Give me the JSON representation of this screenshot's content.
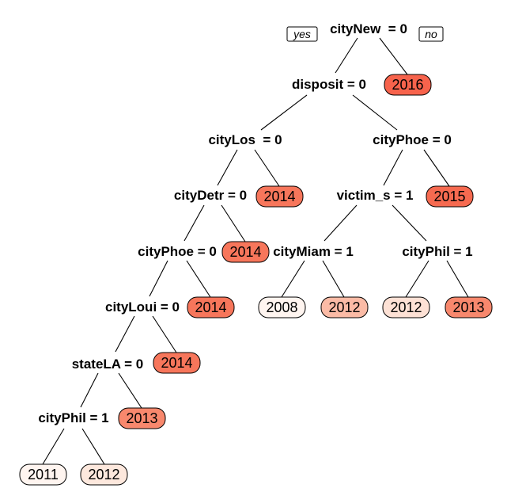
{
  "branch_labels": {
    "left": "yes",
    "right": "no"
  },
  "splits": {
    "n1": "cityNew  = 0",
    "n2": "disposit = 0",
    "n3": "cityLos  = 0",
    "n4": "cityPhoe = 0",
    "n5": "cityDetr = 0",
    "n6": "victim_s = 1",
    "n7": "cityPhoe = 0",
    "n8": "cityMiam = 1",
    "n9": "cityPhil = 1",
    "n10": "cityLoui = 0",
    "n11": "stateLA = 0",
    "n12": "cityPhil = 1"
  },
  "leaves": {
    "l_2016": {
      "label": "2016",
      "fill": "#f7634c"
    },
    "l_2014_a": {
      "label": "2014",
      "fill": "#f7765b"
    },
    "l_2015": {
      "label": "2015",
      "fill": "#f66a50"
    },
    "l_2014_b": {
      "label": "2014",
      "fill": "#f7765b"
    },
    "l_2014_c": {
      "label": "2014",
      "fill": "#f7765b"
    },
    "l_2008": {
      "label": "2008",
      "fill": "#fff5f0"
    },
    "l_2012_a": {
      "label": "2012",
      "fill": "#fbbba6"
    },
    "l_2012_b": {
      "label": "2012",
      "fill": "#fde1d5"
    },
    "l_2013_a": {
      "label": "2013",
      "fill": "#f8886d"
    },
    "l_2014_d": {
      "label": "2014",
      "fill": "#f7765b"
    },
    "l_2014_e": {
      "label": "2014",
      "fill": "#f66a50"
    },
    "l_2013_b": {
      "label": "2013",
      "fill": "#f8886d"
    },
    "l_2011": {
      "label": "2011",
      "fill": "#fff5f0"
    },
    "l_2012_c": {
      "label": "2012",
      "fill": "#fde8dd"
    }
  }
}
